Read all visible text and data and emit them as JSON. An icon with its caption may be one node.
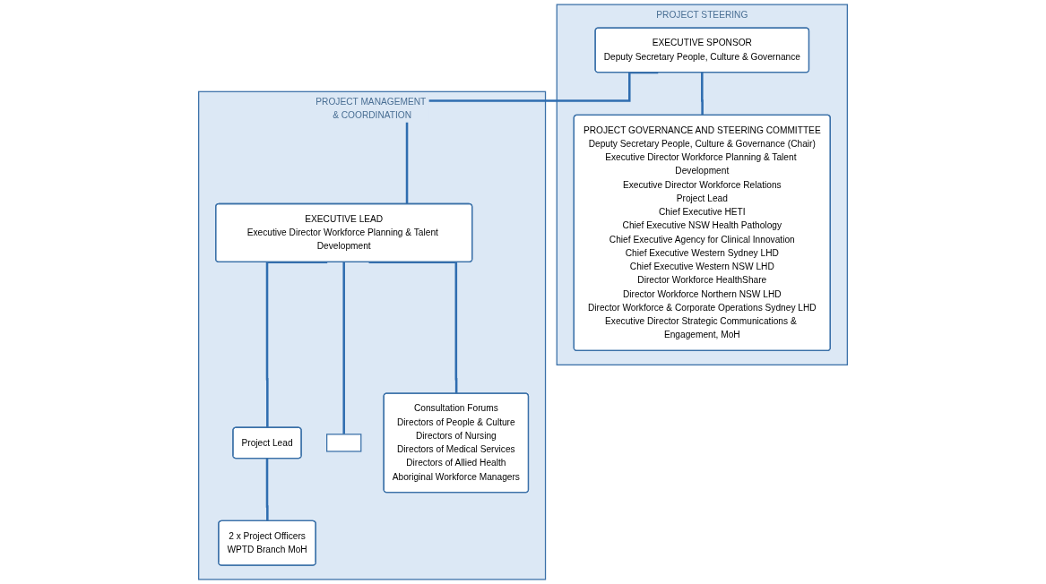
{
  "diagram": {
    "nodes": [
      {
        "text": [
          "PROJECT STEERING"
        ]
      },
      {
        "text": [
          "EXECUTIVE SPONSOR",
          "Deputy Secretary People, Culture & Governance"
        ],
        "in": 0
      },
      {
        "text": [
          "PROJECT GOVERNANCE AND STEERING COMMITTEE",
          "Deputy Secretary People, Culture & Governance (Chair)",
          "Executive Director Workforce Planning & Talent Development",
          "Executive Director Workforce Relations",
          "Project Lead",
          "Chief Executive HETI",
          "Chief Executive NSW Health Pathology",
          "Chief Executive Agency for Clinical Innovation",
          "Chief Executive Western Sydney LHD",
          "Chief Executive Western NSW LHD",
          "Director Workforce HealthShare",
          "Director Workforce Northern NSW LHD",
          "Director Workforce & Corporate Operations Sydney LHD",
          "Executive Director Strategic Communications & Engagement, MoH"
        ],
        "in": 0
      },
      {
        "text": [
          "PROJECT MANAGEMENT & COORDINATION"
        ]
      },
      {
        "text": [
          "EXECUTIVE LEAD",
          "Executive Director Workforce Planning & Talent Development"
        ],
        "in": 3
      },
      {
        "text": [
          "Project Lead"
        ],
        "in": 3
      },
      {
        "text": [],
        "shape": "box",
        "in": 3
      },
      {
        "text": [
          "Consultation Forums",
          "Directors of People & Culture",
          "Directors of Nursing",
          "Directors of Medical Services",
          "Directors of Allied Health",
          "Aboriginal Workforce Managers"
        ],
        "in": 3
      },
      {
        "text": [
          "2 x Project Officers",
          "WPTD Branch MoH"
        ],
        "in": 3
      }
    ],
    "edges": [
      {
        "from": 1,
        "to": 2,
        "arrow": "none"
      },
      {
        "from": 1,
        "to": 4,
        "arrow": "none"
      },
      {
        "from": 4,
        "to": 5,
        "arrow": "none"
      },
      {
        "from": 4,
        "to": 6,
        "arrow": "none"
      },
      {
        "from": 4,
        "to": 7,
        "arrow": "none"
      },
      {
        "from": 5,
        "to": 8,
        "arrow": "none"
      }
    ]
  }
}
